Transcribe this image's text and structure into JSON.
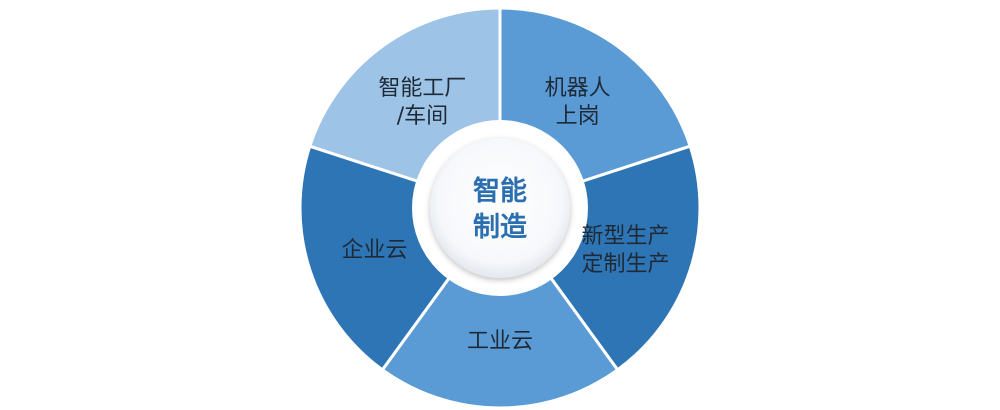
{
  "center": {
    "lines": [
      "智能",
      "制造"
    ],
    "color": "#2c6fb0"
  },
  "segments": [
    {
      "id": "robots",
      "lines": [
        "机器人",
        "上岗"
      ],
      "color": "#5b9bd5"
    },
    {
      "id": "customized",
      "lines": [
        "新型生产",
        "定制生产"
      ],
      "color": "#2e75b6"
    },
    {
      "id": "industrial-cloud",
      "lines": [
        "工业云"
      ],
      "color": "#5b9bd5"
    },
    {
      "id": "enterprise-cloud",
      "lines": [
        "企业云"
      ],
      "color": "#2e75b6"
    },
    {
      "id": "smart-factory",
      "lines": [
        "智能工厂",
        "/车间"
      ],
      "color": "#9dc3e6"
    }
  ],
  "colors": {
    "divider": "#ffffff",
    "arrow": "#5b9bd5",
    "label_text": "#1f2a37"
  },
  "icons": {
    "cycle_arrow": "cycle-arrow-icon"
  }
}
